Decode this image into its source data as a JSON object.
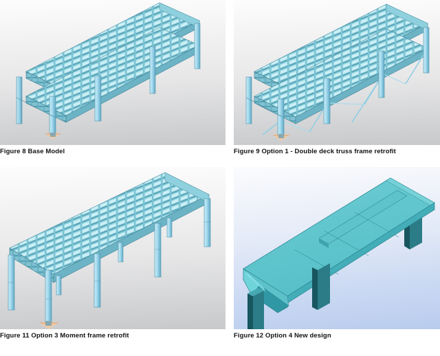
{
  "document": {
    "type": "figure-grid",
    "figure_count": 4,
    "columns": 2,
    "rows": 2,
    "caption_style": "bold"
  },
  "colors": {
    "deck_top": "#a6e4ee",
    "deck_side": "#6fb9c9",
    "deck_shadow": "#4f94a6",
    "column_light": "#bfe7f5",
    "column_mid": "#a5dbee",
    "column_dark": "#6aacc6",
    "girder_teal": "#59c3cc",
    "girder_dark": "#1f6b74",
    "support_base": "#e8b887",
    "caption_text": "#121212",
    "bg_gray_top": "#fdfdfd",
    "bg_gray_bottom": "#c8c9cb",
    "bg_blue_top": "#fbfcfe",
    "bg_blue_bottom": "#b9ccee"
  },
  "figures": [
    {
      "id": "figure-8",
      "number": "Figure 8",
      "caption": "Figure 8 Base Model",
      "title": "Base Model",
      "position": "top-left",
      "background": "gray-gradient",
      "model": {
        "kind": "double-deck-grillage-frame",
        "decks": 2,
        "columns": 5,
        "braces": 0,
        "support_bases": 1
      }
    },
    {
      "id": "figure-9",
      "number": "Figure 9",
      "caption": "Figure 9 Option 1 - Double deck truss frame retrofit",
      "title": "Option 1 - Double deck truss frame retrofit",
      "position": "top-right",
      "background": "gray-gradient",
      "model": {
        "kind": "double-deck-grillage-truss-frame",
        "decks": 2,
        "columns": 5,
        "braces": 6,
        "support_bases": 1
      }
    },
    {
      "id": "figure-11",
      "number": "Figure 11",
      "caption": "Figure 11 Option 3 Moment frame retrofit",
      "title": "Option 3 Moment frame retrofit",
      "position": "bottom-left",
      "background": "gray-gradient",
      "model": {
        "kind": "single-deck-moment-frame",
        "decks": 1,
        "columns": 8,
        "braces": 0,
        "support_bases": 1
      }
    },
    {
      "id": "figure-12",
      "number": "Figure 12",
      "caption": "Figure 12 Option 4 New design",
      "title": "Option 4 New design",
      "position": "bottom-right",
      "background": "blue-gradient",
      "model": {
        "kind": "solid-box-girder-bridge",
        "decks": 1,
        "columns": 3,
        "braces": 0,
        "support_bases": 0
      }
    }
  ]
}
